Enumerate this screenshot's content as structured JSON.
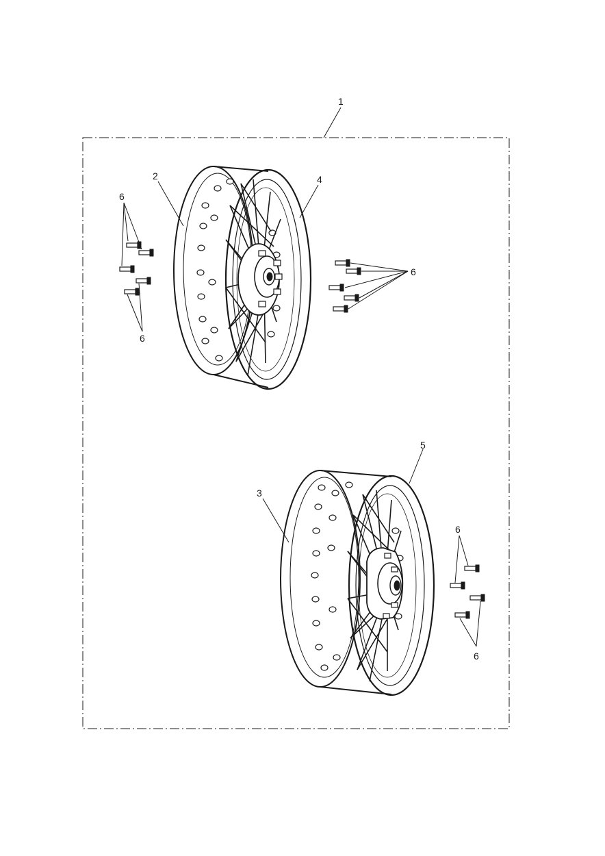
{
  "diagram": {
    "line_color": "#1a1a1a",
    "background": "#ffffff",
    "callouts": {
      "kit": "1",
      "front_rim": "2",
      "rear_rim": "3",
      "front_spokes": "4",
      "rear_spokes": "5",
      "bolts_a": "6",
      "bolts_b": "6",
      "bolts_c": "6",
      "bolts_d": "6",
      "bolts_e": "6"
    }
  }
}
